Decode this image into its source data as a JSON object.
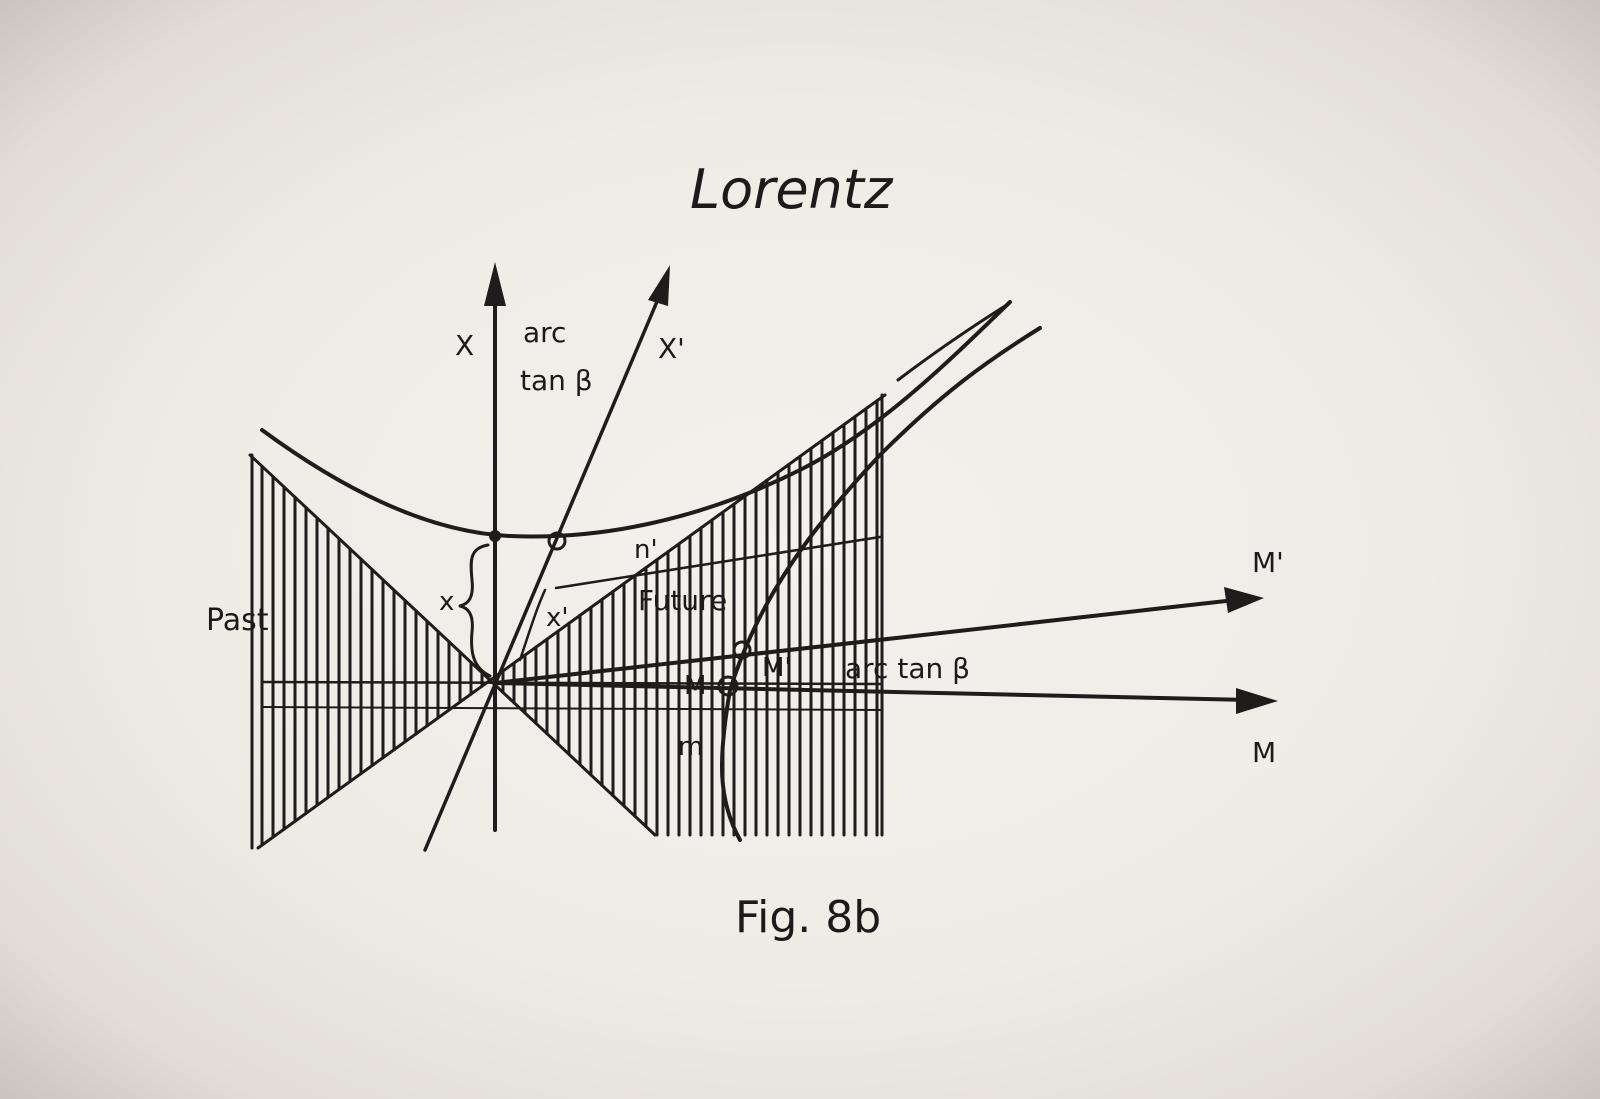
{
  "title": "Lorentz",
  "caption": "Fig. 8b",
  "labels": {
    "axis_x": "X",
    "axis_x_prime": "X'",
    "angle_top_1": "arc",
    "angle_top_2": "tan β",
    "segment_x": "x",
    "segment_x_prime": "x'",
    "past": "Past",
    "future": "Future",
    "n_prime": "n'",
    "m": "m",
    "point_M": "M",
    "point_M_prime": "M'",
    "angle_right": "arc tan β",
    "axis_M_prime": "M'",
    "axis_M": "M"
  },
  "colors": {
    "ink": "#1e1d1c",
    "paper": "#efece6"
  }
}
